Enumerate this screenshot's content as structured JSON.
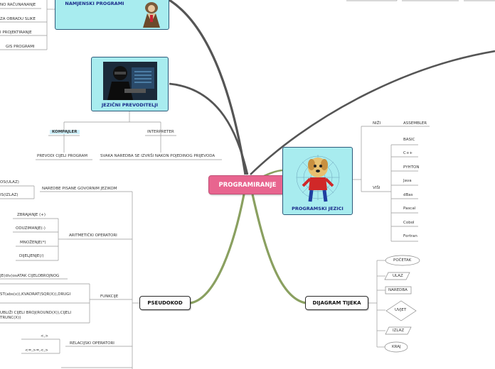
{
  "central": {
    "label": "PROGRAMIRANJE"
  },
  "namjenski": {
    "title": "NAMJENSKI PROGRAMI",
    "items": [
      "NO RAČUNANANJE",
      "ZA OBRADU SLIKE",
      "I PROJEKTIRANJE",
      "GIS PROGRAMI"
    ]
  },
  "jezicni": {
    "title": "JEZIČNI PREVODITELJI",
    "kompajler": "KOMPAJLER",
    "interpreter": "INTERPRETER",
    "kompajler_desc": "PREVODI CIJELI PROGRAM",
    "interpreter_desc": "SVAKA NAREDBA SE IZVRŠI NAKON POJEDINOG PRIJEVODA"
  },
  "programski": {
    "title": "PROGRAMSKI JEZICI",
    "nizi": "NIŽI",
    "assembler": "ASSEMBLER",
    "visi": "VIŠI",
    "languages": [
      "BASIC",
      "C++",
      "PYHTON",
      "Java",
      "dBas",
      "Pascal",
      "Cobol",
      "Fortran"
    ]
  },
  "pseudokod": {
    "label": "PSEUDOKOD",
    "naredbe": "NAREDBE PISANE GOVORNIM JEZIKOM",
    "naredbe_items": [
      "OS(ULAZ)",
      "IS(IZLAZ)"
    ],
    "aritmeticki": "ARITMETIČKI OPERATORI",
    "aritmeticki_items": [
      "ZBRAJANJE (+)",
      "ODUZIMANJE(-)",
      "MNOŽENJE(*)",
      "DIJELJENJE(/)"
    ],
    "funkcije": "FUNKCIJE",
    "funkcije_items": [
      "JE(div)osATAK CIJELOBROJNOG",
      "ST(abs(x)),KVADRAT(SQR(X)),DRUGI",
      "UBLIŽI CIJELI BROJ(ROUND(X)),CIJELI",
      "TRUNC(X))"
    ],
    "relacijski": "RELACIJSKI OPERATORI",
    "relacijski_items": [
      "<,>",
      "<=,>=,<,>"
    ]
  },
  "dijagram": {
    "label": "DIJAGRAM TIJEKA",
    "shapes": [
      "POČETAK",
      "ULAZ",
      "NAREDBA",
      "UVJET",
      "IZLAZ",
      "KRAJ"
    ]
  },
  "colors": {
    "central": "#e8658f",
    "card_bg": "#a8ecef",
    "branch_dark": "#4a4a4a",
    "branch_green": "#8aa060",
    "title_blue": "#1a2c8a"
  }
}
